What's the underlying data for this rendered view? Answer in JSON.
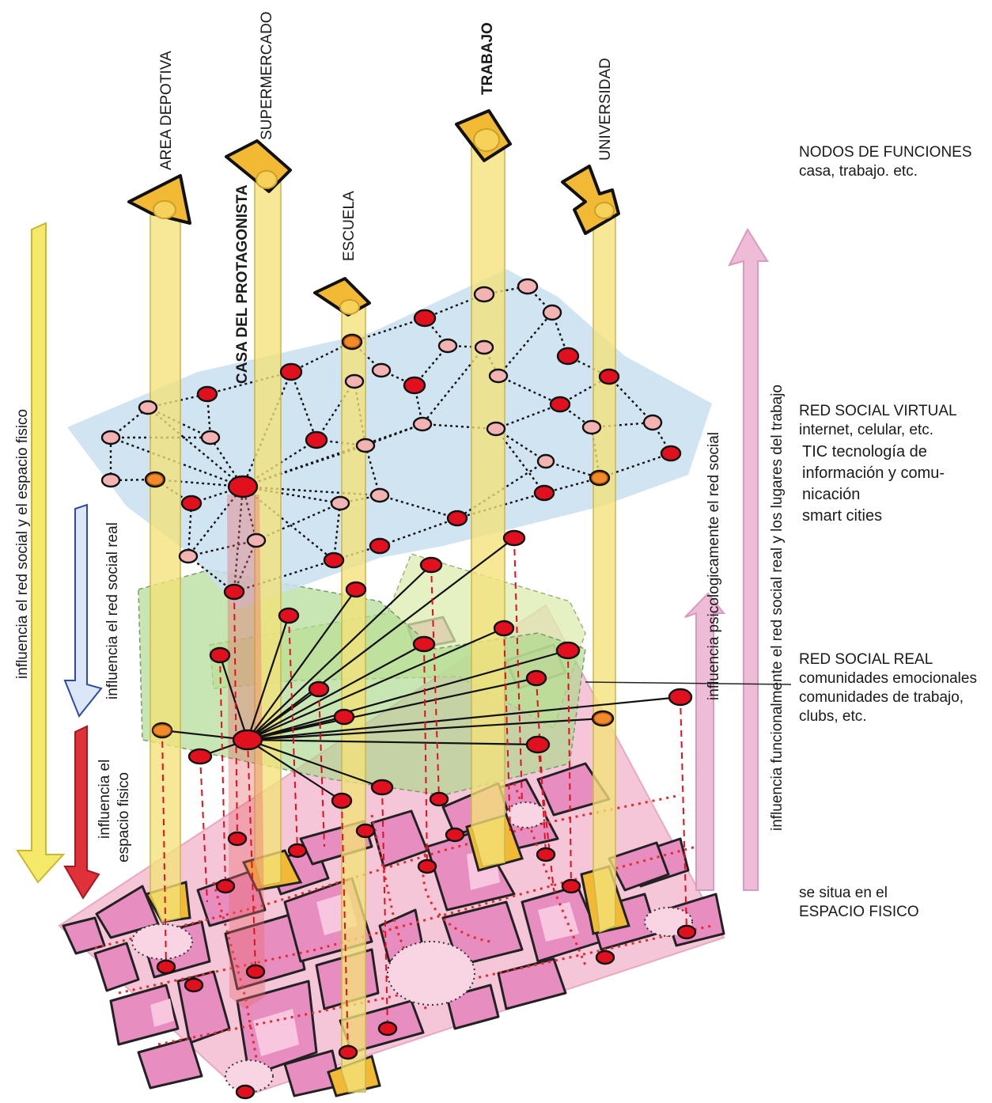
{
  "nodes": {
    "area_deportiva": "AREA DEPOTIVA",
    "supermercado": "SUPERMERCADO",
    "casa": "CASA DEL PROTAGONISTA",
    "escuela": "ESCUELA",
    "trabajo": "TRABAJO",
    "universidad": "UNIVERSIDAD"
  },
  "layers": {
    "nodos": {
      "title": "NODOS DE FUNCIONES",
      "sub": "casa, trabajo. etc."
    },
    "virtual": {
      "title": "RED SOCIAL VIRTUAL",
      "sub": "internet, celular, etc.",
      "line1": "TIC tecnología  de",
      "line2": "información y comu-",
      "line3": "nicación",
      "line4": "smart cities"
    },
    "real": {
      "title": "RED SOCIAL REAL",
      "line1": "comunidades emocionales",
      "line2": "comunidades de trabajo,",
      "line3": "clubs, etc."
    },
    "fisico": {
      "line1": "se situa en el",
      "line2": "ESPACIO FISICO"
    }
  },
  "arrows": {
    "yellow": "influencia el red social y el espacio fisico",
    "blue": "influencia el red social real",
    "red_line1": "influencia el",
    "red_line2": "espacio fisico",
    "psico": "influencia psicologicamente el red social",
    "func": "influencia funcionalmente el red social real y los lugares del trabajo"
  },
  "colors": {
    "pillar": "#f3e27a",
    "node_fill": "#f2b935",
    "virtual_plane": "#c9dff0",
    "real_plane": "#bfe0a0",
    "city_block": "#e88dc0",
    "street": "#f3b9cf",
    "red_node": "#e0101e",
    "pink_node": "#f3b3b3",
    "arrow_yellow": "#f5e96a",
    "arrow_blue": "#2f4aa8",
    "arrow_red": "#e0303a",
    "arrow_pink": "#efbcd8"
  }
}
